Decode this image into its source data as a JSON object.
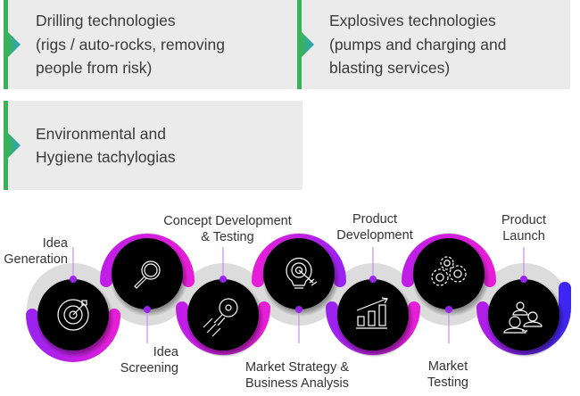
{
  "cards": [
    {
      "text": "Drilling technologies\n(rigs / auto-rocks, removing\npeople from risk)"
    },
    {
      "text": "Explosives technologies\n(pumps and charging and\nblasting services)"
    },
    {
      "text": "Environmental and\nHygiene tachylogias"
    }
  ],
  "colors": {
    "card_bg": "#ebebeb",
    "card_accent": "#3ab25a",
    "arrow_end": "#2aa2c8",
    "ring_magenta": "#e61ed8",
    "ring_purple": "#9b22f0",
    "ring_blue": "#3d26f2",
    "ring_gray": "#dcdcdc",
    "circle_fill": "#000000",
    "dot": "#9b22f0"
  },
  "stages": [
    {
      "label": "Idea\nGeneration",
      "icon": "target-icon"
    },
    {
      "label": "Idea\nScreening",
      "icon": "magnifier-icon"
    },
    {
      "label": "Concept Development\n& Testing",
      "icon": "rocket-bulb-gear-icon"
    },
    {
      "label": "Market Strategy &\nBusiness Analysis",
      "icon": "bulb-target-arrow-icon"
    },
    {
      "label": "Product\nDevelopment",
      "icon": "growth-bar-chart-icon"
    },
    {
      "label": "Market\nTesting",
      "icon": "gears-icon"
    },
    {
      "label": "Product\nLaunch",
      "icon": "team-people-icon"
    }
  ]
}
